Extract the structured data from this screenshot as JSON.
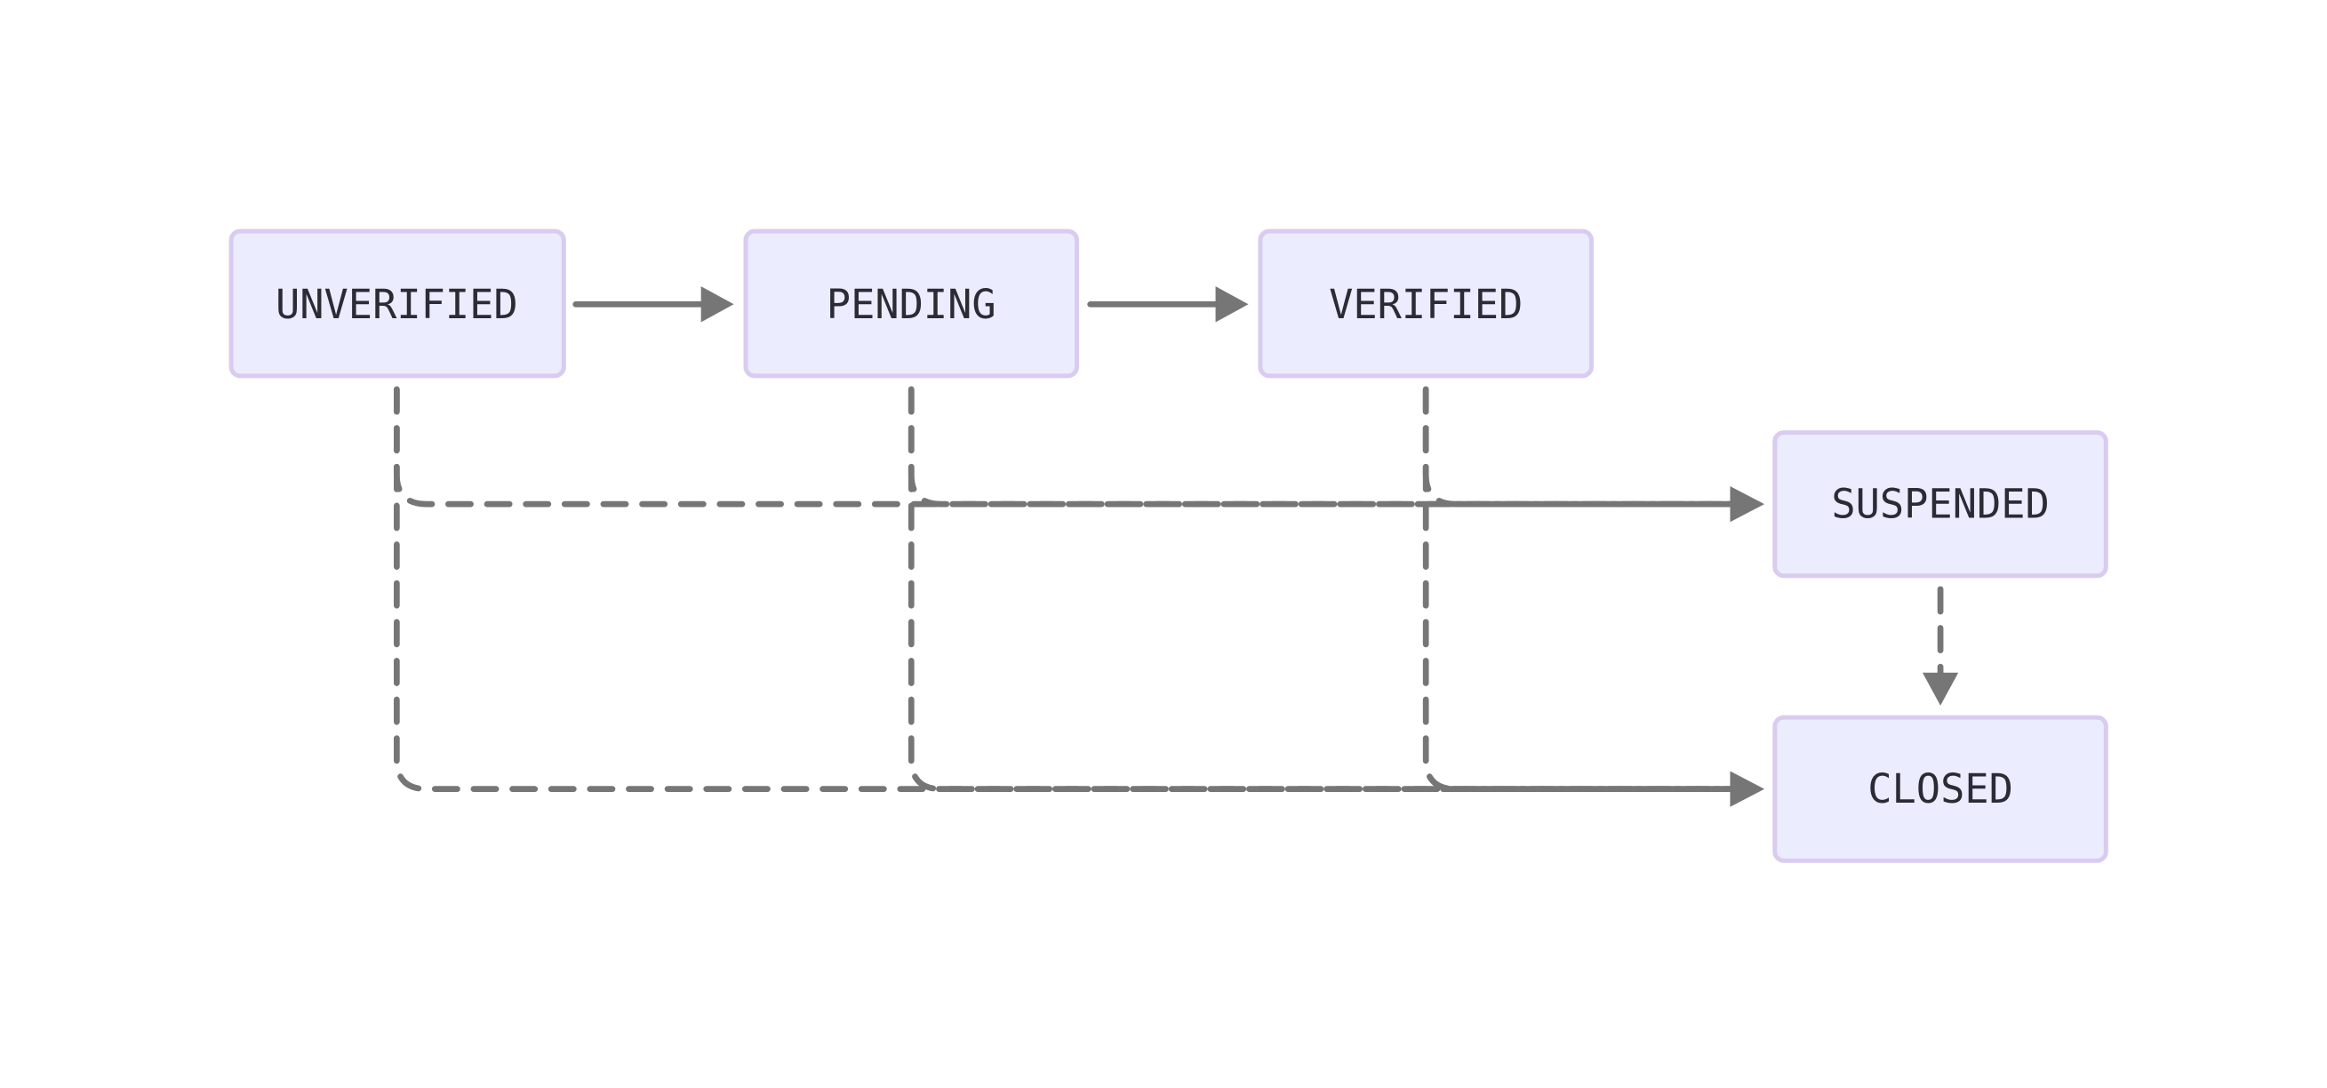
{
  "colors": {
    "node_fill": "#ECECFF",
    "node_border": "#D9CCF0",
    "edge": "#767676",
    "text": "#2b2b36"
  },
  "nodes": {
    "unverified": "UNVERIFIED",
    "pending": "PENDING",
    "verified": "VERIFIED",
    "suspended": "SUSPENDED",
    "closed": "CLOSED"
  },
  "edges": [
    {
      "from": "UNVERIFIED",
      "to": "PENDING",
      "style": "solid"
    },
    {
      "from": "PENDING",
      "to": "VERIFIED",
      "style": "solid"
    },
    {
      "from": "UNVERIFIED",
      "to": "SUSPENDED",
      "style": "dashed"
    },
    {
      "from": "PENDING",
      "to": "SUSPENDED",
      "style": "dashed"
    },
    {
      "from": "VERIFIED",
      "to": "SUSPENDED",
      "style": "dashed"
    },
    {
      "from": "UNVERIFIED",
      "to": "CLOSED",
      "style": "dashed"
    },
    {
      "from": "PENDING",
      "to": "CLOSED",
      "style": "dashed"
    },
    {
      "from": "VERIFIED",
      "to": "CLOSED",
      "style": "dashed"
    },
    {
      "from": "SUSPENDED",
      "to": "CLOSED",
      "style": "dashed"
    }
  ]
}
